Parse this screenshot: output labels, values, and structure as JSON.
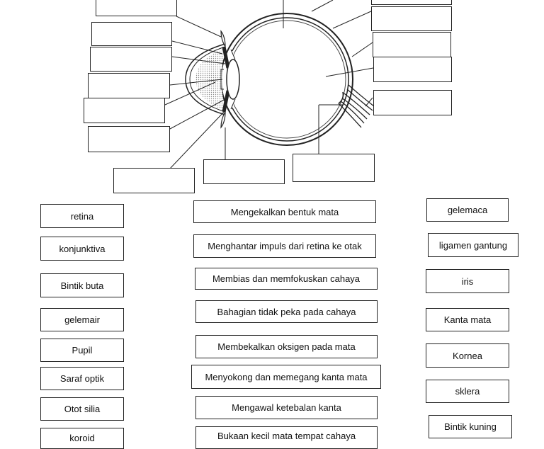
{
  "terms_left": [
    "retina",
    "konjunktiva",
    "Bintik buta",
    "gelemair",
    "Pupil",
    "Saraf optik",
    "Otot silia",
    "koroid"
  ],
  "functions": [
    "Mengekalkan bentuk mata",
    "Menghantar impuls dari retina ke otak",
    "Membias dan memfokuskan cahaya",
    "Bahagian tidak peka pada cahaya",
    "Membekalkan oksigen pada mata",
    "Menyokong dan memegang kanta mata",
    "Mengawal ketebalan kanta",
    "Bukaan kecil mata tempat cahaya"
  ],
  "terms_right": [
    "gelemaca",
    "ligamen gantung",
    "iris",
    "Kanta mata",
    "Kornea",
    "sklera",
    "Bintik kuning"
  ],
  "colors": {
    "line": "#222222",
    "shade": "#cccccc",
    "background": "#ffffff"
  }
}
